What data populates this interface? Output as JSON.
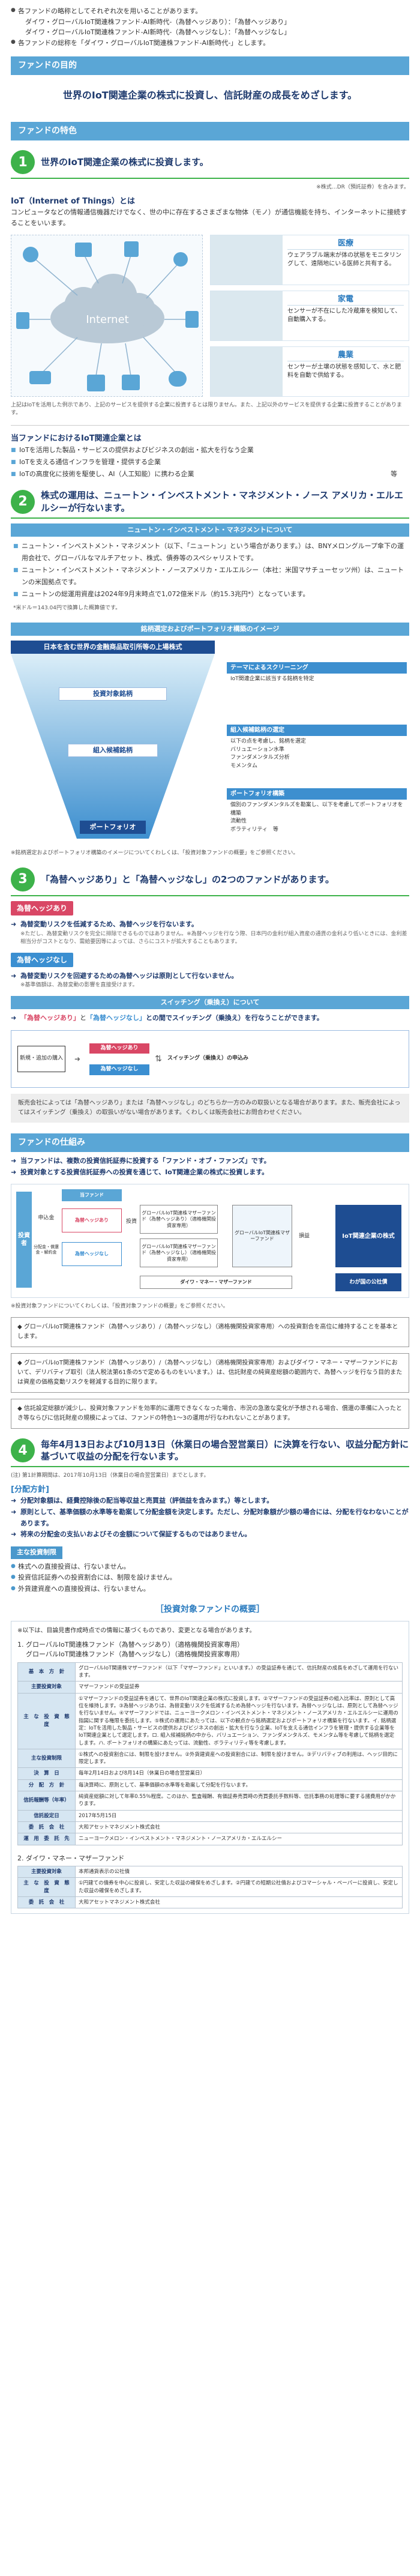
{
  "intro": {
    "bullets": [
      "各ファンドの略称としてそれぞれ次を用いることがあります。",
      "各ファンドの総称を「ダイワ・グローバルIoT関連株ファンド-AI新時代-」とします。"
    ],
    "sub": [
      "ダイワ・グローバルIoT関連株ファンド-AI新時代-（為替ヘッジあり）：「為替ヘッジあり」",
      "ダイワ・グローバルIoT関連株ファンド-AI新時代-（為替ヘッジなし）：「為替ヘッジなし」"
    ]
  },
  "purpose": {
    "header": "ファンドの目的",
    "text": "世界のIoT関連企業の株式に投資し、信託財産の成長をめざします。"
  },
  "features": {
    "header": "ファンドの特色",
    "f1": {
      "num": "1",
      "title": "世界のIoT関連企業の株式に投資します。",
      "note": "※株式…DR（預託証券）を含みます。",
      "iot_title": "IoT（Internet of Things）とは",
      "iot_desc": "コンピュータなどの情報通信機器だけでなく、世の中に存在するさまざまな物体（モノ）が通信機能を持ち、インターネットに接続することをいいます。",
      "cloud_label": "Internet",
      "cards": [
        {
          "title": "医療",
          "desc": "ウェアラブル端末が体の状態をモニタリングして、遠隔地にいる医師と共有する。"
        },
        {
          "title": "家電",
          "desc": "センサーが不在にした冷蔵庫を検知して、自動購入する。"
        },
        {
          "title": "農業",
          "desc": "センサーが土壌の状態を感知して、水と肥料を自動で供給する。"
        }
      ],
      "caption": "上記はIoTを活用した例示であり、上記のサービスを提供する企業に投資するとは限りません。また、上記以外のサービスを提供する企業に投資することがあります。",
      "def_title": "当ファンドにおけるIoT関連企業とは",
      "defs": [
        "IoTを活用した製品・サービスの提供およびビジネスの創出・拡大を行なう企業",
        "IoTを支える通信インフラを管理・提供する企業",
        "IoTの高度化に技術を駆使し、AI（人工知能）に携わる企業"
      ],
      "defs_suffix": "等"
    },
    "f2": {
      "num": "2",
      "title": "株式の運用は、ニュートン・インベストメント・マネジメント・ノース アメリカ・エルエルシーが行ないます。",
      "bar": "ニュートン・インベストメント・マネジメントについて",
      "items": [
        "ニュートン・インベストメント・マネジメント（以下、「ニュートン」という場合があります。）は、BNYメロングループ傘下の運用会社で、グローバルなマルチアセット、株式、債券等のスペシャリストです。",
        "ニュートン・インベストメント・マネジメント・ノースアメリカ・エルエルシー（本社：米国マサチューセッツ州）は、ニュートンの米国拠点です。",
        "ニュートンの総運用資産は2024年9月末時点で1,072億米ドル（約15.3兆円*）となっています。"
      ],
      "fx_note": "*米ドル＝143.04円で換算した概算値です。",
      "process_title": "銘柄選定およびポートフォリオ構築のイメージ",
      "universe": "日本を含む世界の金融商品取引所等の上場株式",
      "stage1": "投資対象銘柄",
      "stage2": "組入候補銘柄",
      "stage3": "ポートフォリオ",
      "theme_head": "テーマによるスクリーニング",
      "theme_items": [
        "IoT関連企業に該当する銘柄を特定"
      ],
      "select_head": "組入候補銘柄の選定",
      "select_items": [
        "以下の点を考慮し、銘柄を選定",
        "バリュエーション水準",
        "ファンダメンタルズ分析",
        "モメンタム"
      ],
      "build_head": "ポートフォリオ構築",
      "build_items": [
        "個別のファンダメンタルズを勘案し、以下を考慮してポートフォリオを構築",
        "流動性",
        "ボラティリティ　等"
      ],
      "process_note": "※銘柄選定およびポートフォリオ構築のイメージについてくわしくは、「投資対象ファンドの概要」をご参照ください。"
    },
    "f3": {
      "num": "3",
      "title": "「為替ヘッジあり」と「為替ヘッジなし」の2つのファンドがあります。",
      "hedge_label": "為替ヘッジあり",
      "hedge_text": "為替変動リスクを低減するため、為替ヘッジを行ないます。",
      "hedge_notes": "※ただし、為替変動リスクを完全に排除できるものではありません。※為替ヘッジを行なう際、日本円の金利が組入資産の通貨の金利より低いときには、金利差相当分がコストとなり、需給要因等によっては、さらにコストが拡大することもあります。",
      "nohedge_label": "為替ヘッジなし",
      "nohedge_text": "為替変動リスクを回避するための為替ヘッジは原則として行ないません。",
      "nohedge_note": "※基準価額は、為替変動の影響を直接受けます。",
      "switch_bar": "スイッチング（乗換え）について",
      "switch_text_a": "「為替ヘッジあり」",
      "switch_text_b": "と",
      "switch_text_c": "「為替ヘッジなし」",
      "switch_text_d": "との間でスイッチング（乗換え）を行なうことができます。",
      "sw_left": "新規・追加の購入",
      "sw_a": "為替ヘッジあり",
      "sw_b": "為替ヘッジなし",
      "sw_mid": "スイッチング（乗換え）の申込み",
      "sw_note": "販売会社によっては「為替ヘッジあり」または「為替ヘッジなし」のどちらか一方のみの取扱いとなる場合があります。また、販売会社によってはスイッチング（乗換え）の取扱いがない場合があります。くわしくは販売会社にお問合わせください。"
    }
  },
  "structure": {
    "title": "ファンドの仕組み",
    "lines": [
      "当ファンドは、複数の投資信託証券に投資する「ファンド・オブ・ファンズ」です。",
      "投資対象とする投資信託証券への投資を通じて、IoT関連企業の株式に投資します。"
    ],
    "investors": "投資者",
    "fund_box": "当ファンド",
    "fa": "為替ヘッジあり",
    "fb": "為替ヘッジなし",
    "t1": "グローバルIoT関連株マザーファンド（為替ヘッジあり）（適格機関投資家専用）",
    "t2": "グローバルIoT関連株マザーファンド（為替ヘッジなし）（適格機関投資家専用）",
    "mother": "グローバルIoT関連株マザーファンド",
    "money": "ダイワ・マネー・マザーファンド",
    "target": "IoT関連企業の株式",
    "jp": "わが国の公社債",
    "sub_label": "申込金",
    "ret_label": "分配金・償還金・解約金",
    "inv_label": "投資",
    "loss_label": "損益",
    "note": "※投資対象ファンドについてくわしくは、「投資対象ファンドの概要」をご参照ください。"
  },
  "callouts": [
    "グローバルIoT関連株ファンド（為替ヘッジあり）/（為替ヘッジなし）（適格機関投資家専用）への投資割合を高位に維持することを基本とします。",
    "グローバルIoT関連株ファンド（為替ヘッジあり）/（為替ヘッジなし）（適格機関投資家専用）およびダイワ・マネー・マザーファンドにおいて、デリバティブ取引（法人税法第61条の5で定めるものをいいます。）は、信託財産の純資産総額の範囲内で、為替ヘッジを行なう目的または資産の価格変動リスクを軽減する目的に限ります。",
    "信託設定総額が減少し、投資対象ファンドを効率的に運用できなくなった場合、市況の急激な変化が予想される場合、償還の準備に入ったとき等ならびに信託財産の規模によっては、ファンドの特色1〜3の運用が行なわれないことがあります。"
  ],
  "distribution": {
    "num": "4",
    "title": "毎年4月13日および10月13日（休業日の場合翌営業日）に決算を行ない、収益分配方針に基づいて収益の分配を行ないます。",
    "note": "(注) 第1計算期間は、2017年10月13日（休業日の場合翌営業日）までとします。",
    "policy_label": "分配方針",
    "items": [
      "分配対象額は、経費控除後の配当等収益と売買益（評価益を含みます。）等とします。",
      "原則として、基準価額の水準等を勘案して分配金額を決定します。ただし、分配対象額が少額の場合には、分配を行なわないことがあります。",
      "将来の分配金の支払いおよびその金額について保証するものではありません。"
    ]
  },
  "limits": {
    "label": "主な投資制限",
    "items": [
      "株式への直接投資は、行ないません。",
      "投資信託証券への投資割合には、制限を設けません。",
      "外貨建資産への直接投資は、行ないません。"
    ]
  },
  "overview": {
    "title": "［投資対象ファンドの概要］",
    "note": "※以下は、目論見書作成時点での情報に基づくものであり、変更となる場合があります。",
    "fund1": "1. グローバルIoT関連株ファンド（為替ヘッジあり）（適格機関投資家専用）",
    "fund1b": "グローバルIoT関連株ファンド（為替ヘッジなし）（適格機関投資家専用）",
    "rows": [
      {
        "k": "基　本　方　針",
        "v": "グローバルIoT関連株マザーファンド（以下「マザーファンド」といいます。）の受益証券を通じて、信託財産の成長をめざして運用を行ないます。"
      },
      {
        "k": "主要投資対象",
        "v": "マザーファンドの受益証券"
      },
      {
        "k": "主　な　投　資　態　度",
        "v": "①マザーファンドの受益証券を通じて、世界のIoT関連企業の株式に投資します。②マザーファンドの受益証券の組入比率は、原則として高位を維持します。③為替ヘッジありは、為替変動リスクを低減するため為替ヘッジを行ないます。為替ヘッジなしは、原則として為替ヘッジを行ないません。④マザーファンドでは、ニューヨークメロン・インベストメント・マネジメント・ノースアメリカ・エルエルシーに運用の指図に関する権限を委託します。⑤株式の運用にあたっては、以下の観点から銘柄選定およびポートフォリオ構築を行ないます。イ. 銘柄選定：IoTを活用した製品・サービスの提供およびビジネスの創出・拡大を行なう企業、IoTを支える通信インフラを管理・提供する企業等をIoT関連企業として選定します。ロ. 組入候補銘柄の中から、バリュエーション、ファンダメンタルズ、モメンタム等を考慮して銘柄を選定します。ハ. ポートフォリオの構築にあたっては、流動性、ボラティリティ等を考慮します。"
      },
      {
        "k": "主な投資制限",
        "v": "①株式への投資割合には、制限を設けません。②外貨建資産への投資割合には、制限を設けません。③デリバティブの利用は、ヘッジ目的に限定します。"
      },
      {
        "k": "決　算　日",
        "v": "毎年2月14日および8月14日（休業日の場合翌営業日）"
      },
      {
        "k": "分　配　方　針",
        "v": "毎決算時に、原則として、基準価額の水準等を勘案して分配を行ないます。"
      },
      {
        "k": "信託報酬等（年率）",
        "v": "純資産総額に対して年率0.55％程度。このほか、監査報酬、有価証券売買時の売買委託手数料等、信託事務の処理等に要する諸費用がかかります。"
      },
      {
        "k": "信託設定日",
        "v": "2017年5月15日"
      },
      {
        "k": "委　託　会　社",
        "v": "大和アセットマネジメント株式会社"
      },
      {
        "k": "運　用　委　託　先",
        "v": "ニューヨークメロン・インベストメント・マネジメント・ノースアメリカ・エルエルシー"
      }
    ],
    "fund2": "2. ダイワ・マネー・マザーファンド",
    "rows2": [
      {
        "k": "主要投資対象",
        "v": "本邦通貨表示の公社債"
      },
      {
        "k": "主　な　投　資　態　度",
        "v": "①円建ての債券を中心に投資し、安定した収益の確保をめざします。②円建ての短期公社債およびコマーシャル・ペーパーに投資し、安定した収益の確保をめざします。"
      },
      {
        "k": "委　託　会　社",
        "v": "大和アセットマネジメント株式会社"
      }
    ]
  }
}
